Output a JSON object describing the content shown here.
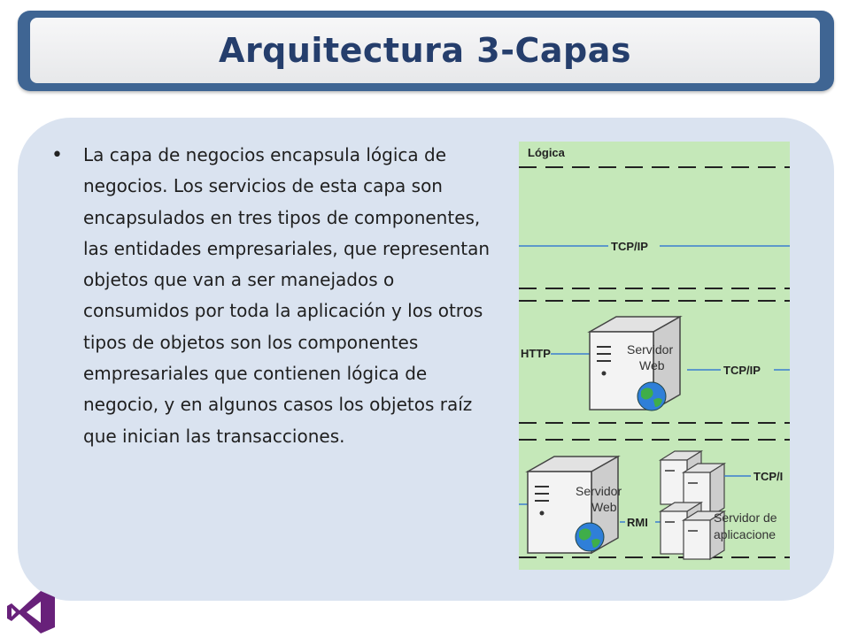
{
  "slide": {
    "title": "Arquitectura 3-Capas",
    "bullet": "La capa de negocios encapsula lógica de negocios. Los servicios de esta capa son encapsulados en tres tipos de componentes, las entidades empresariales, que representan objetos que van a ser manejados o consumidos por toda la aplicación y los otros tipos de objetos son los componentes empresariales que contienen lógica de negocio, y en algunos casos los objetos raíz que inician las transacciones."
  },
  "diagram": {
    "layer_label": "Lógica",
    "tcpip_top": "TCP/IP",
    "http": "HTTP",
    "server_web_1": [
      "Servidor",
      "Web"
    ],
    "tcpip_mid": "TCP/IP",
    "server_web_2": [
      "Servidor",
      "Web"
    ],
    "rmi": "RMI",
    "tcpip_bottom": "TCP/I",
    "app_server": [
      "Servidor de",
      "aplicacione"
    ]
  },
  "colors": {
    "title_border": "#3f6593",
    "title_text": "#253e6c",
    "panel_bg": "#dae3f0",
    "diagram_bg": "#c5e8b9",
    "logo_purple": "#68217a"
  }
}
